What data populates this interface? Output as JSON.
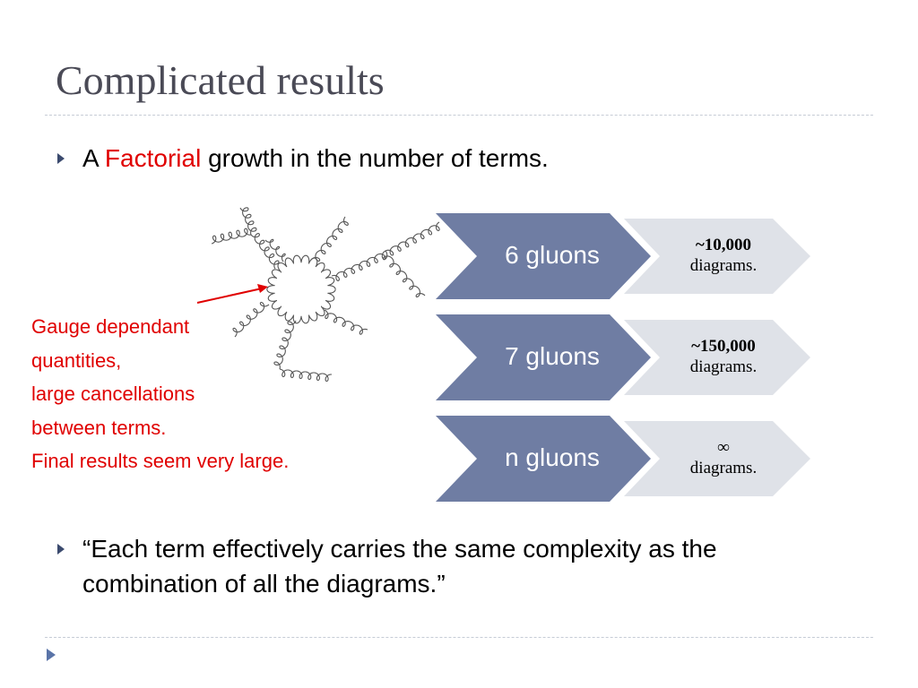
{
  "slide": {
    "title": "Complicated results",
    "bullet1": {
      "prefix": "A ",
      "highlight": "Factorial",
      "suffix": " growth in the number of terms."
    },
    "annotation": [
      "Gauge dependant",
      "quantities,",
      "large cancellations",
      "between terms.",
      "Final results seem very large."
    ],
    "rows": [
      {
        "label": "6 gluons",
        "count": "~10,000",
        "unit": "diagrams."
      },
      {
        "label": "7 gluons",
        "count": "~150,000",
        "unit": "diagrams."
      },
      {
        "label": "n gluons",
        "count": "∞",
        "unit": "diagrams."
      }
    ],
    "bullet2": {
      "line1": "“Each term effectively carries the same complexity as the",
      "line2": "combination of all the diagrams.”"
    }
  },
  "colors": {
    "title": "#4a4a56",
    "highlight": "#e00000",
    "chevron": "#6f7da3",
    "result_box": "#dfe2e8"
  },
  "icons": {
    "diagram": "gluon-loop-diagram",
    "arrow": "red-arrow-icon",
    "bullet": "triangle-bullet-icon",
    "nav": "next-slide-icon"
  }
}
